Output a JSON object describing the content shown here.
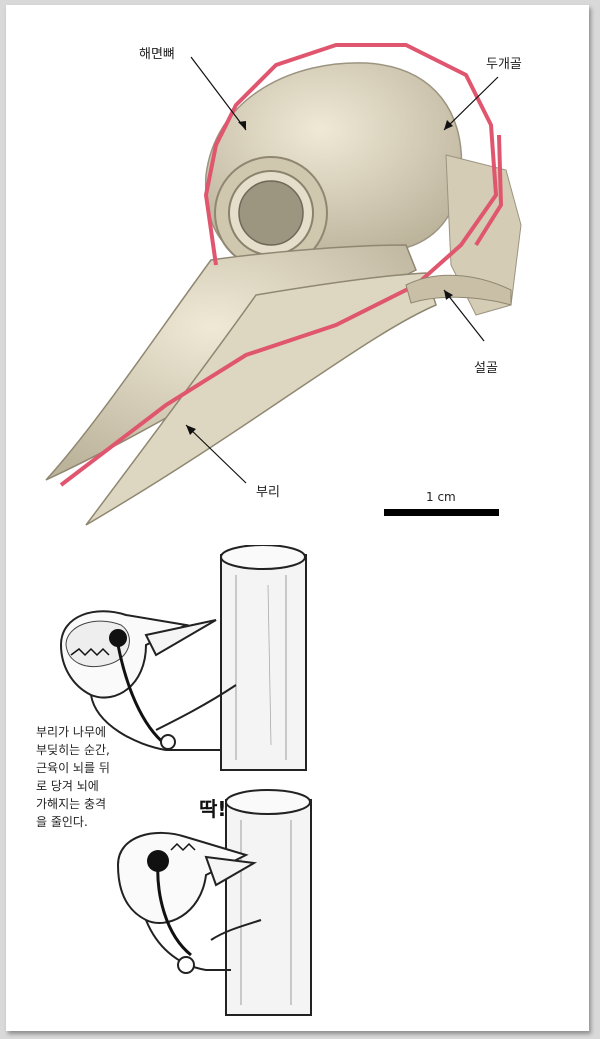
{
  "top_figure": {
    "labels": {
      "facial_bone": "해면뼈",
      "skull": "두개골",
      "hyoid": "설골",
      "beak": "부리"
    },
    "scale_bar": "1 cm",
    "colors": {
      "hyoid_band": "#e0566e",
      "bone": "#e7e1cc",
      "bone_shade": "#b9b19a"
    }
  },
  "bottom_figure": {
    "caption": "부리가 나무에\n부딪히는 순간,\n근육이 뇌를 뒤\n로 당겨 뇌에\n가해지는 충격\n을 줄인다.",
    "sound_effect": "딱!"
  }
}
